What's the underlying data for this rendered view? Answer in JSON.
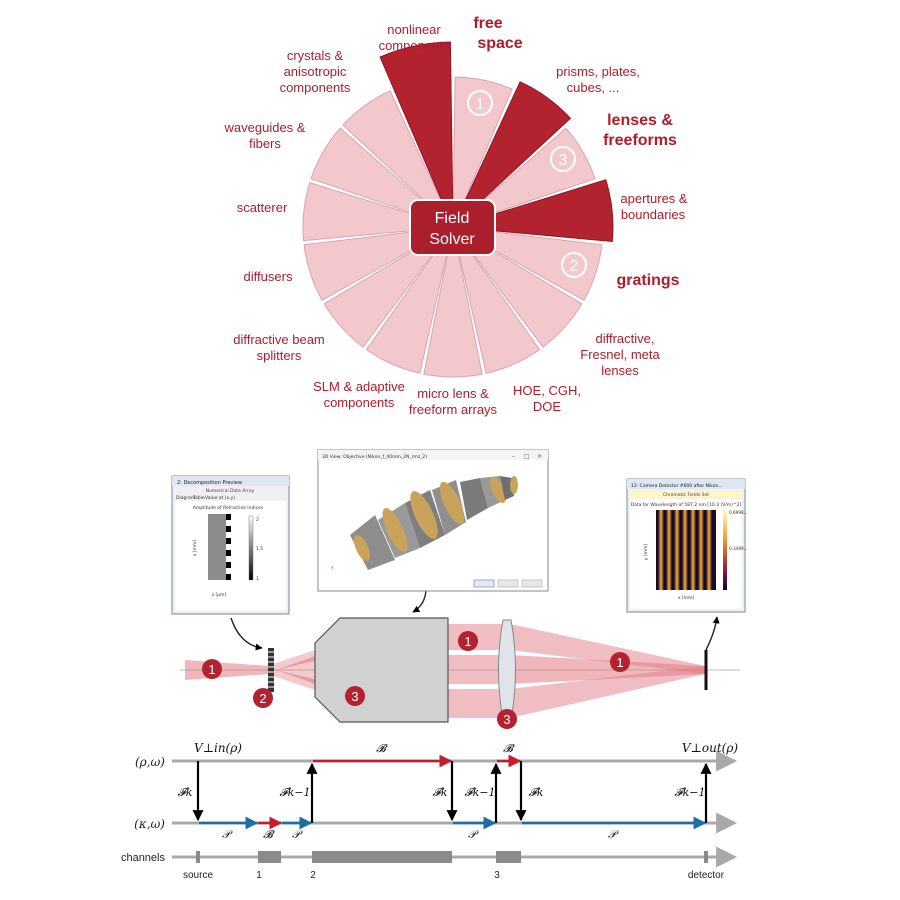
{
  "colors": {
    "accent_dark": "#b3232f",
    "accent_text": "#b01c2a",
    "wheel_light": "#f2c8cd",
    "beam": "#e17b85",
    "axis_gray": "#a9a9a9",
    "channel_gray": "#8a8a8a",
    "blue_arrow": "#1e6ea1"
  },
  "wheel": {
    "center_label_line1": "Field",
    "center_label_line2": "Solver",
    "labels": {
      "free_space_1": "free",
      "free_space_2": "space",
      "prisms_1": "prisms, plates,",
      "prisms_2": "cubes, ...",
      "lenses_1": "lenses &",
      "lenses_2": "freeforms",
      "apertures_1": "apertures &",
      "apertures_2": "boundaries",
      "gratings": "gratings",
      "diffractive_1": "diffractive,",
      "diffractive_2": "Fresnel, meta",
      "diffractive_3": "lenses",
      "hoe_1": "HOE, CGH,",
      "hoe_2": "DOE",
      "microlens_1": "micro lens &",
      "microlens_2": "freeform arrays",
      "slm_1": "SLM & adaptive",
      "slm_2": "components",
      "beamsplit_1": "diffractive beam",
      "beamsplit_2": "splitters",
      "diffusers": "diffusers",
      "scatterer": "scatterer",
      "waveguides_1": "waveguides &",
      "waveguides_2": "fibers",
      "crystals_1": "crystals &",
      "crystals_2": "anisotropic",
      "crystals_3": "components",
      "nonlinear_1": "nonlinear",
      "nonlinear_2": "components"
    },
    "badges": {
      "free_space": "1",
      "gratings": "2",
      "lenses": "3"
    }
  },
  "windows": {
    "left": {
      "title": "2: Decomposition Preview",
      "subtitle": "Numerical Data Array",
      "tabs": [
        "Diagram",
        "Table",
        "Value at (x,y)"
      ],
      "plot_title": "Amplitude of Refractive Indices",
      "xlabel": "z [µm]",
      "ylabel": "x [mm]",
      "colorbar_ticks": [
        "2",
        "1.5",
        "1"
      ]
    },
    "center": {
      "title": "3D View: Objective (Nikon_f_40mm_2N_rmz_2)"
    },
    "right": {
      "title": "12: Camera Detector #600 after Nikon...",
      "subtitle": "Chromatic Fields Set",
      "plot_title": "Data for Wavelength of 587.2 nm  [10.3 (V/m)^2]",
      "ylabel": "y [mm]",
      "xlabel": "x [mm]",
      "colorbar_ticks": [
        "0.6998...",
        "0.3499..."
      ]
    }
  },
  "system": {
    "badges": {
      "b1_left": "1",
      "b2": "2",
      "b3_objective": "3",
      "b1_upper": "1",
      "b1_right": "1",
      "b3_lens": "3"
    }
  },
  "field_tracing": {
    "row_top": "(ρ,ω)",
    "row_mid": "(κ,ω)",
    "row_channels": "channels",
    "v_in": "V⊥in(ρ)",
    "v_out": "V⊥out(ρ)",
    "fk": "𝓕k",
    "fk_inv": "𝓕k−1",
    "op_b": "𝓑",
    "op_p": "𝒫",
    "channel_labels": [
      "source",
      "1",
      "2",
      "3",
      "detector"
    ]
  }
}
